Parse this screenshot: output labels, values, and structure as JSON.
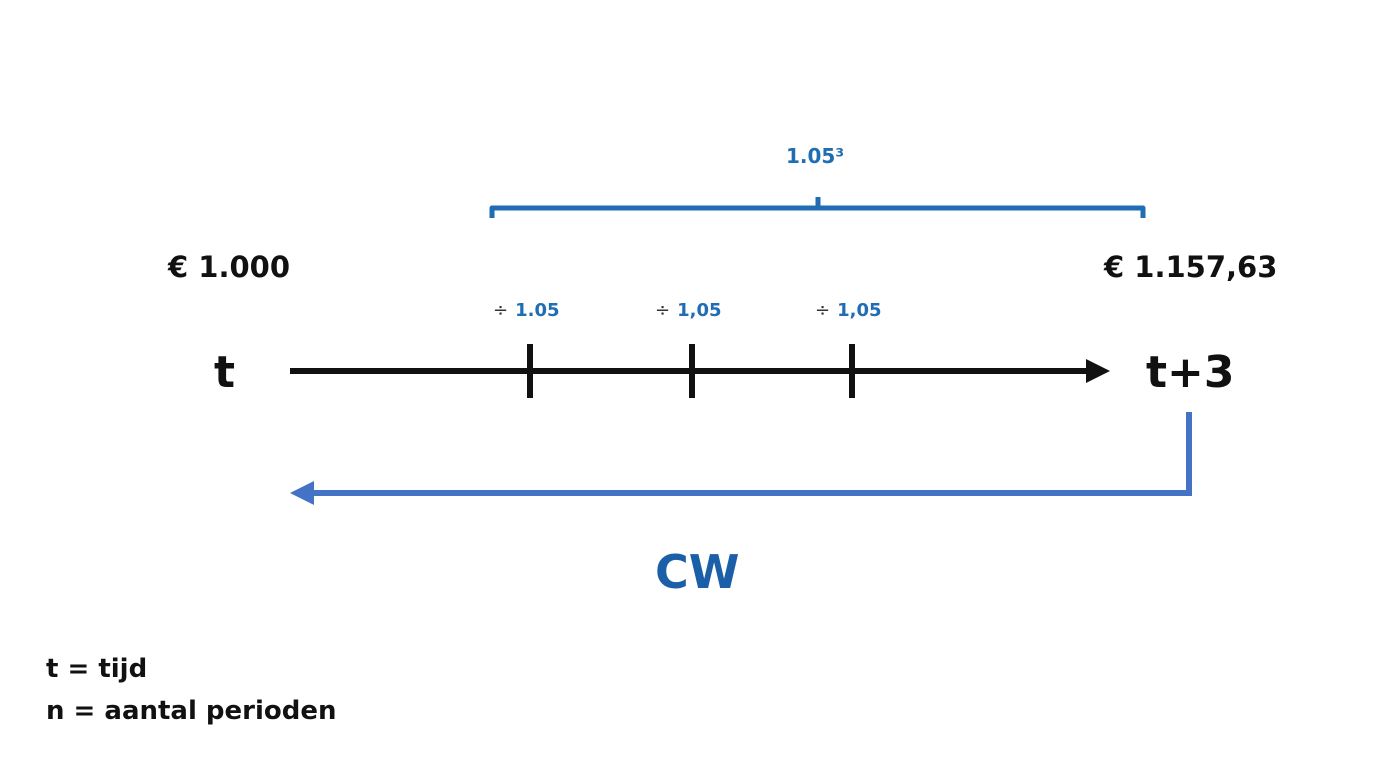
{
  "bracket": {
    "label": "1.05³"
  },
  "values": {
    "start": "€ 1.000",
    "end": "€ 1.157,63"
  },
  "timeline": {
    "start_label": "t",
    "end_label": "t+3",
    "division_symbol": "÷",
    "division_factors": [
      "1.05",
      "1,05",
      "1,05"
    ]
  },
  "return_arrow": {
    "label": "CW"
  },
  "legend": {
    "items": [
      "t = tijd",
      "n = aantal perioden"
    ]
  },
  "colors": {
    "timeline": "#111111",
    "bracket": "#1f6db3",
    "return_arrow": "#4472c4",
    "cw_label": "#1a5fa8"
  }
}
